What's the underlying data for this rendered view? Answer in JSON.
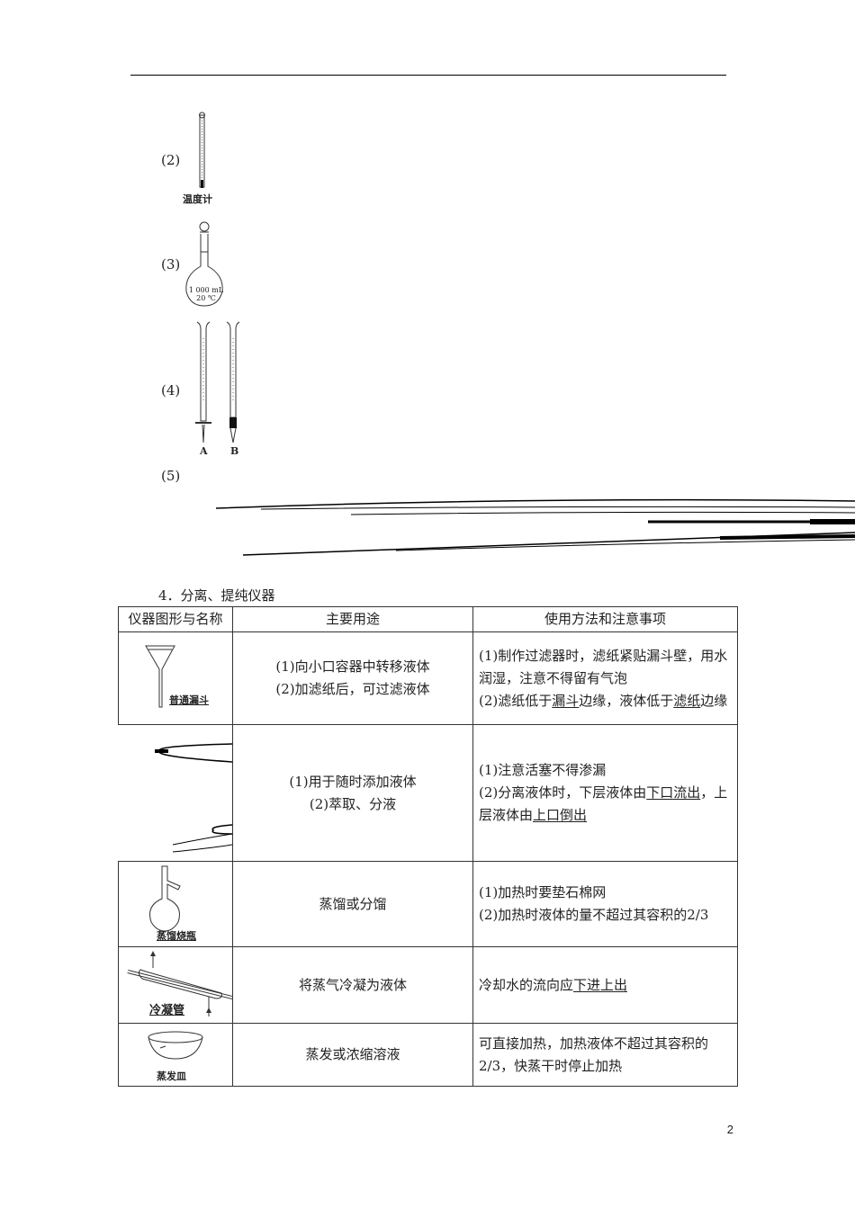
{
  "items": [
    {
      "num": "(2)",
      "caption": "温度计"
    },
    {
      "num": "(3)",
      "flask_label_1": "1 000 mL",
      "flask_label_2": "20 ℃"
    },
    {
      "num": "(4)",
      "label_a": "A",
      "label_b": "B"
    },
    {
      "num": "(5)"
    }
  ],
  "section_title": "4．分离、提纯仪器",
  "table": {
    "headers": [
      "仪器图形与名称",
      "主要用途",
      "使用方法和注意事项"
    ],
    "rows": [
      {
        "name": "普通漏斗",
        "use": [
          "(1)向小口容器中转移液体",
          "(2)加滤纸后，可过滤液体"
        ],
        "notes": {
          "a": "(1)制作过滤器时，滤纸紧贴漏斗壁，用水润湿，注意不得留有气泡",
          "b1": "(2)滤纸低于",
          "u1": "漏斗",
          "b2": "边缘，液体低于",
          "u2": "滤纸",
          "b3": "边缘"
        }
      },
      {
        "name": "",
        "use": [
          "(1)用于随时添加液体",
          "(2)萃取、分液"
        ],
        "notes": {
          "a": "(1)注意活塞不得渗漏",
          "b1": "(2)分离液体时，下层液体由",
          "u1": "下口流出",
          "b2": "，上层液体由",
          "u2": "上口倒出"
        }
      },
      {
        "name": "蒸馏烧瓶",
        "use": [
          "蒸馏或分馏"
        ],
        "notes": {
          "a": "(1)加热时要垫石棉网",
          "b": "(2)加热时液体的量不超过其容积的2/3"
        }
      },
      {
        "name": "冷凝管",
        "use": [
          "将蒸气冷凝为液体"
        ],
        "notes": {
          "b1": "冷却水的流向应",
          "u1": "下进上出"
        }
      },
      {
        "name": "蒸发皿",
        "use": [
          "蒸发或浓缩溶液"
        ],
        "notes": {
          "a": "可直接加热，加热液体不超过其容积的2/3，快蒸干时停止加热"
        }
      }
    ]
  },
  "page_number": "2"
}
